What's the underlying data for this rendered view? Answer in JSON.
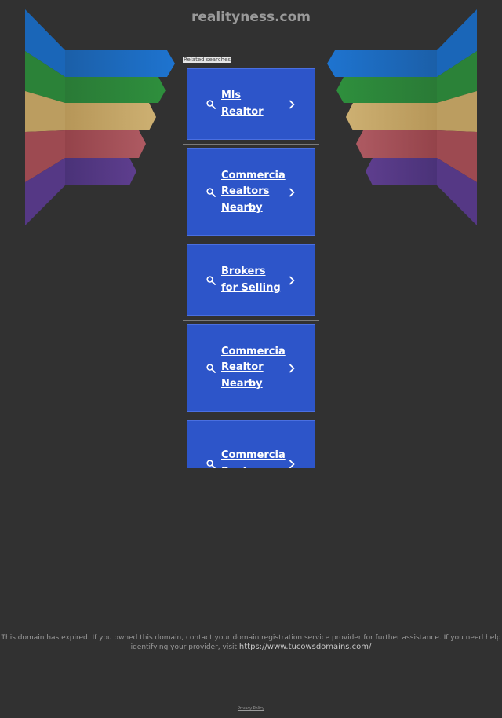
{
  "header": {
    "domain": "realityness.com"
  },
  "related": {
    "label": "Related searches"
  },
  "results": [
    {
      "label": "Mls Realtor"
    },
    {
      "label": "Commercia Realtors Nearby"
    },
    {
      "label": "Brokers for Selling"
    },
    {
      "label": "Commercia Realtor Nearby"
    },
    {
      "label": "Commercia Real"
    }
  ],
  "footer": {
    "notice": "This domain has expired. If you owned this domain, contact your domain registration service provider for further assistance. If you need help identifying your provider, visit",
    "link_text": "https://www.tucowsdomains.com/",
    "privacy": "Privacy Policy"
  },
  "colors": {
    "background": "#313131",
    "result_box": "#2d55c9",
    "wing_blue": "#1d6fc4",
    "wing_green": "#2d8a3a",
    "wing_tan": "#c8a86a",
    "wing_red": "#a54a52",
    "wing_purple": "#5a3a8a"
  }
}
